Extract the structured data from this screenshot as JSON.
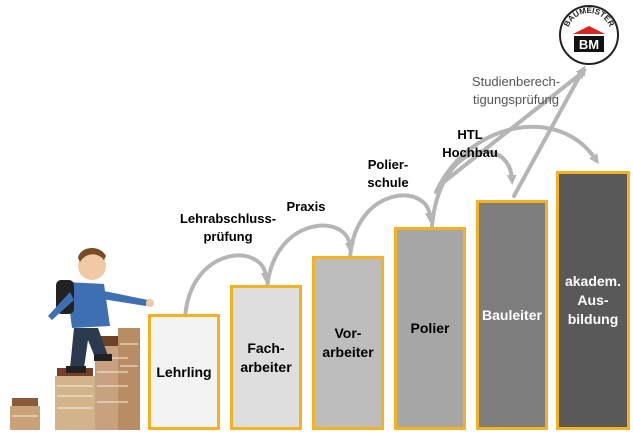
{
  "logo": {
    "text": "BAUMEISTER",
    "mark": "BM"
  },
  "steps": [
    {
      "label": "Lehrling",
      "fill": "#f3f3f3",
      "text_color": "#000000"
    },
    {
      "label": "Fach-\narbeiter",
      "fill": "#dedede",
      "text_color": "#000000"
    },
    {
      "label": "Vor-\narbeiter",
      "fill": "#bdbdbd",
      "text_color": "#000000"
    },
    {
      "label": "Polier",
      "fill": "#a6a6a6",
      "text_color": "#000000"
    },
    {
      "label": "Bauleiter",
      "fill": "#7d7d7d",
      "text_color": "#ffffff"
    },
    {
      "label": "akadem.\nAus-\nbildung",
      "fill": "#595959",
      "text_color": "#ffffff"
    }
  ],
  "transitions": [
    {
      "label": "Lehrabschluss-\nprüfung"
    },
    {
      "label": "Praxis"
    },
    {
      "label": "Polier-\nschule"
    },
    {
      "label": "HTL\nHochbau"
    },
    {
      "label": "Studienberech-\ntigungsprüfung"
    }
  ],
  "colors": {
    "border": "#f4b122",
    "arrow": "#b5b5b5",
    "logo_red": "#d7261e"
  },
  "illustration": {
    "icon": "boy-climbing-book-stacks-icon"
  }
}
